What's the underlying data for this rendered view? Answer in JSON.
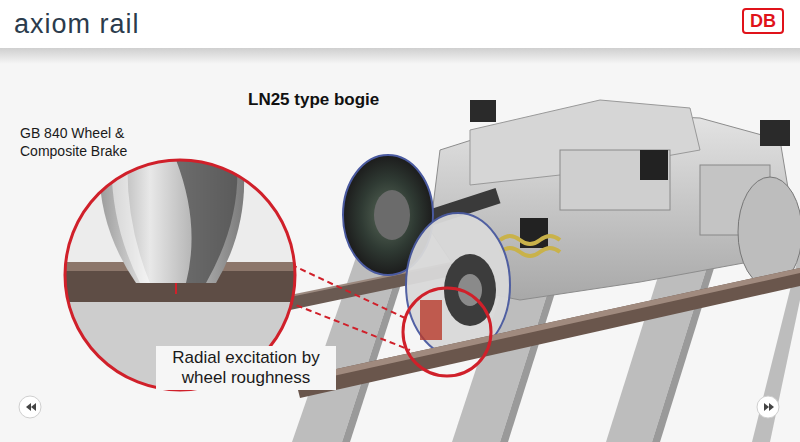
{
  "diagram": {
    "title": "LN25 type bogie",
    "nodes": [
      {
        "text": [
          "DB"
        ]
      }
    ],
    "labels": [
      "axiom rail",
      "GB 840 Wheel & Composite Brake",
      "Radial excitation by wheel roughness"
    ]
  }
}
